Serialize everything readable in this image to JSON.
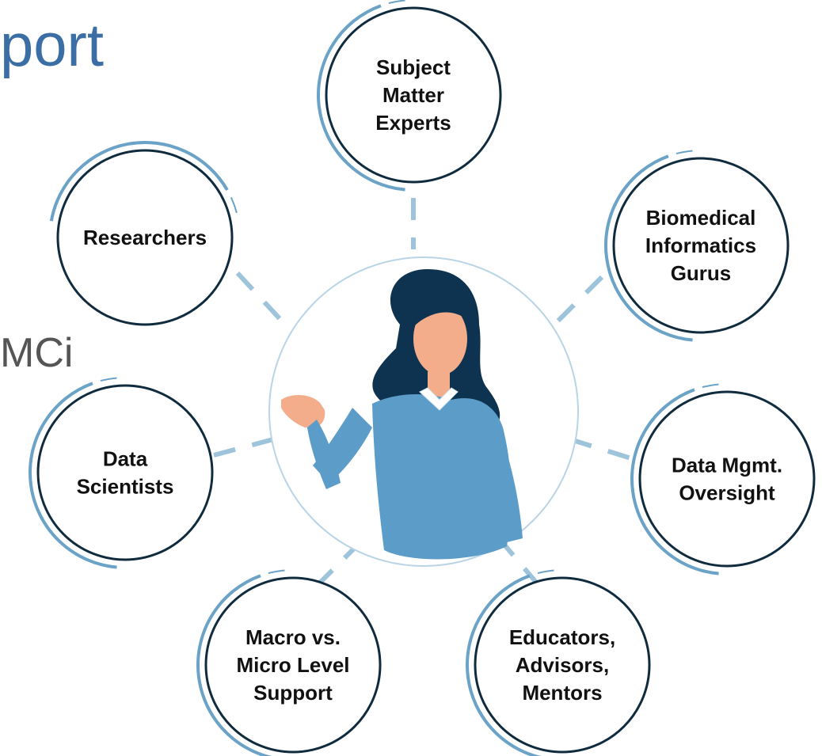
{
  "heading": {
    "fragment": "port"
  },
  "side_text": {
    "fragment": "MCi"
  },
  "colors": {
    "title": "#3a6ea5",
    "side_text": "#555555",
    "ring": "#0f2b3d",
    "accent_arc": "#6ba3c8",
    "connector": "#9ec4dc",
    "center_ring": "#b8d4e6",
    "sweater": "#5b9cc9",
    "hair": "#0e3350",
    "skin": "#f3ad8a"
  },
  "center": {
    "illustration": "woman-presenting-illustration"
  },
  "nodes": [
    {
      "id": "subject-matter-experts",
      "lines": [
        "Subject",
        "Matter",
        "Experts"
      ]
    },
    {
      "id": "researchers",
      "lines": [
        "Researchers"
      ]
    },
    {
      "id": "biomedical-informatics-gurus",
      "lines": [
        "Biomedical",
        "Informatics",
        "Gurus"
      ]
    },
    {
      "id": "data-scientists",
      "lines": [
        "Data",
        "Scientists"
      ]
    },
    {
      "id": "data-mgmt-oversight",
      "lines": [
        "Data Mgmt.",
        "Oversight"
      ]
    },
    {
      "id": "macro-vs-micro-level-support",
      "lines": [
        "Macro vs.",
        "Micro Level",
        "Support"
      ]
    },
    {
      "id": "educators-advisors-mentors",
      "lines": [
        "Educators,",
        "Advisors,",
        "Mentors"
      ]
    }
  ]
}
